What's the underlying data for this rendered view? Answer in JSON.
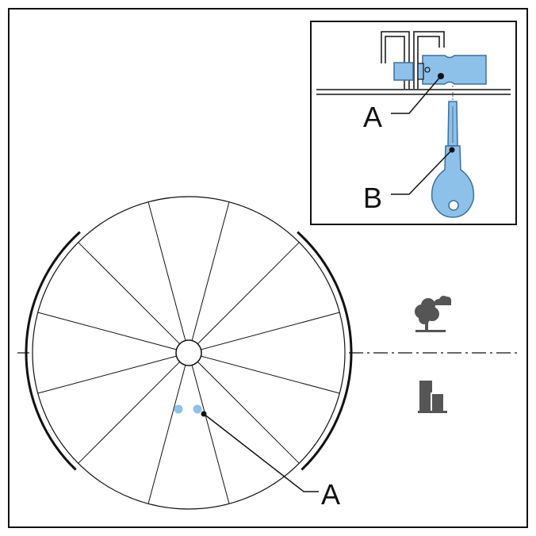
{
  "diagram": {
    "labels": {
      "inset_lock": "A",
      "inset_key": "B",
      "main_lock": "A"
    },
    "icons": {
      "outdoor": "tree-cloud-icon",
      "indoor": "building-icon"
    },
    "colors": {
      "highlight": "#8ec1ea",
      "highlight_stroke": "#3f6f99",
      "icon_gray": "#555555",
      "line": "#111111"
    },
    "segment_count": 12
  }
}
